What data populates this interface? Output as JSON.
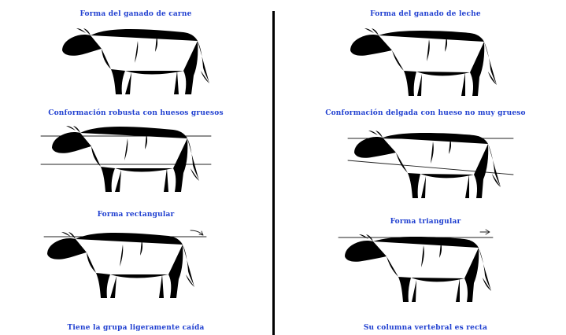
{
  "colors": {
    "caption": "#1f3fd0",
    "divider": "#000000",
    "drawing": "#1a1a1a"
  },
  "left": {
    "title": "Forma del ganado de carne",
    "conformation": "Conformación robusta con huesos gruesos",
    "shape": "Forma rectangular",
    "rump": "Tiene la grupa ligeramente caída"
  },
  "right": {
    "title": "Forma del ganado de leche",
    "conformation": "Conformación delgada con hueso no muy grueso",
    "shape": "Forma triangular",
    "spine": "Su columna vertebral es recta"
  }
}
